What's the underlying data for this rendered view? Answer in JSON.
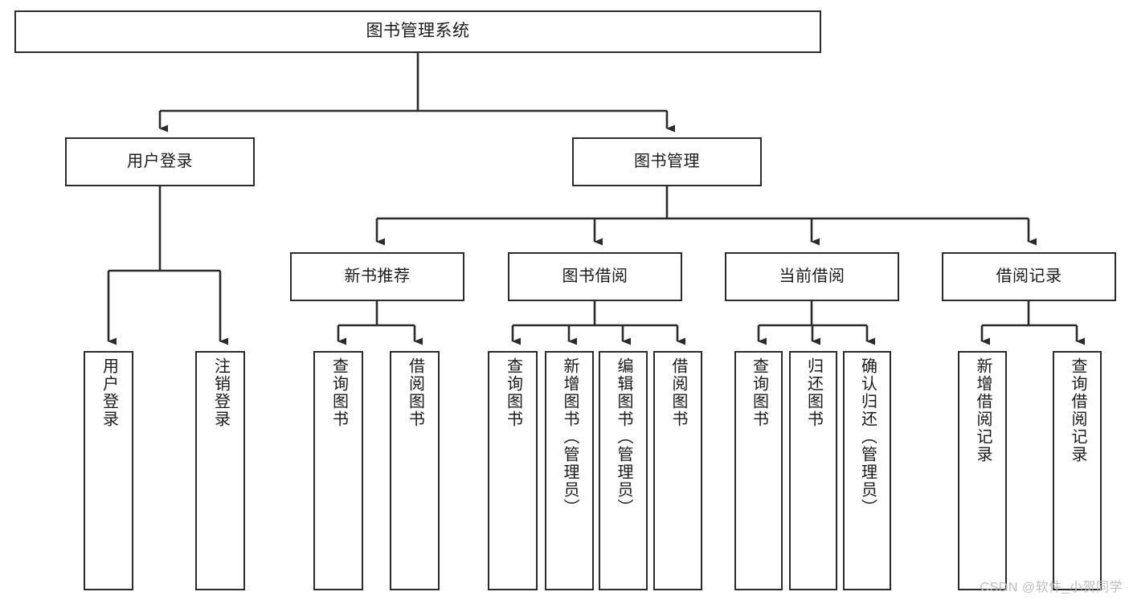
{
  "diagram": {
    "title": "图书管理系统",
    "type": "tree-hierarchy",
    "watermark": "CSDN @软件_小贺同学",
    "colors": {
      "stroke": "#2b2b2b",
      "fill": "#ffffff",
      "text": "#1a1a1a",
      "watermark": "#bdbdbd"
    },
    "nodes": {
      "root": {
        "label": "图书管理系统"
      },
      "level1": [
        {
          "id": "user-login",
          "label": "用户登录"
        },
        {
          "id": "book-manage",
          "label": "图书管理"
        }
      ],
      "level2": [
        {
          "id": "new-book-recommend",
          "label": "新书推荐"
        },
        {
          "id": "book-borrow",
          "label": "图书借阅"
        },
        {
          "id": "current-borrow",
          "label": "当前借阅"
        },
        {
          "id": "borrow-record",
          "label": "借阅记录"
        }
      ],
      "leaves": {
        "user_login": [
          {
            "id": "leaf-user-login",
            "label": "用户登录"
          },
          {
            "id": "leaf-logout-login",
            "label": "注销登录"
          }
        ],
        "new_book_recommend": [
          {
            "id": "leaf-query-book-1",
            "label": "查询图书"
          },
          {
            "id": "leaf-borrow-book-1",
            "label": "借阅图书"
          }
        ],
        "book_borrow": [
          {
            "id": "leaf-query-book-2",
            "label": "查询图书"
          },
          {
            "id": "leaf-add-book",
            "label": "新增图书（管理员）"
          },
          {
            "id": "leaf-edit-book",
            "label": "编辑图书（管理员）"
          },
          {
            "id": "leaf-borrow-book-2",
            "label": "借阅图书"
          }
        ],
        "current_borrow": [
          {
            "id": "leaf-query-book-3",
            "label": "查询图书"
          },
          {
            "id": "leaf-return-book",
            "label": "归还图书"
          },
          {
            "id": "leaf-confirm-return",
            "label": "确认归还（管理员）"
          }
        ],
        "borrow_record": [
          {
            "id": "leaf-add-record",
            "label": "新增借阅记录"
          },
          {
            "id": "leaf-query-record",
            "label": "查询借阅记录"
          }
        ]
      }
    }
  }
}
